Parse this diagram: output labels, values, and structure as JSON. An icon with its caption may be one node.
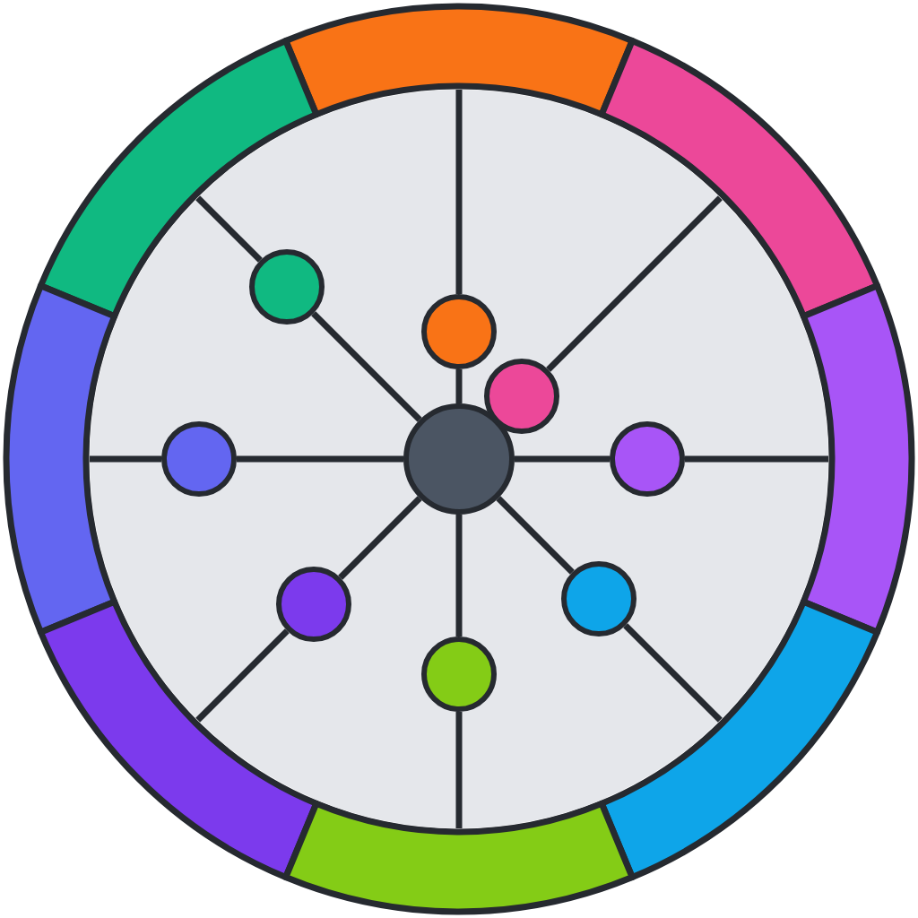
{
  "diagram": {
    "nodes": [
      {
        "text": [],
        "shape": "arc"
      },
      {
        "text": [],
        "shape": "arc"
      },
      {
        "text": [],
        "shape": "arc"
      },
      {
        "text": [],
        "shape": "arc"
      },
      {
        "text": [],
        "shape": "arc"
      },
      {
        "text": [],
        "shape": "arc"
      },
      {
        "text": [],
        "shape": "arc"
      },
      {
        "text": [],
        "shape": "arc"
      },
      {
        "text": [],
        "shape": "circle"
      },
      {
        "text": [],
        "shape": "circle",
        "in": 8
      },
      {
        "text": [],
        "shape": "circle",
        "in": 8
      },
      {
        "text": [],
        "shape": "circle",
        "in": 8
      },
      {
        "text": [],
        "shape": "circle",
        "in": 8
      },
      {
        "text": [],
        "shape": "circle",
        "in": 8
      },
      {
        "text": [],
        "shape": "circle",
        "in": 8
      },
      {
        "text": [],
        "shape": "circle",
        "in": 8
      },
      {
        "text": [],
        "shape": "circle",
        "in": 8
      },
      {
        "text": [],
        "shape": "circle",
        "in": 8
      }
    ],
    "edges": [
      {
        "from": 9,
        "to": 10,
        "arrow": "none"
      },
      {
        "from": 10,
        "to": 1,
        "arrow": "none"
      },
      {
        "from": 9,
        "to": 11,
        "arrow": "none"
      },
      {
        "from": 11,
        "to": 0,
        "arrow": "none"
      },
      {
        "from": 12,
        "to": 2,
        "arrow": "none"
      },
      {
        "from": 9,
        "to": 13,
        "arrow": "none"
      },
      {
        "from": 13,
        "to": 3,
        "arrow": "none"
      },
      {
        "from": 9,
        "to": 14,
        "arrow": "none"
      },
      {
        "from": 14,
        "to": 4,
        "arrow": "none"
      },
      {
        "from": 9,
        "to": 15,
        "arrow": "none"
      },
      {
        "from": 15,
        "to": 5,
        "arrow": "none"
      },
      {
        "from": 9,
        "to": 16,
        "arrow": "none"
      },
      {
        "from": 16,
        "to": 6,
        "arrow": "none"
      },
      {
        "from": 9,
        "to": 17,
        "arrow": "none"
      },
      {
        "from": 17,
        "to": 7,
        "arrow": "none"
      }
    ]
  }
}
